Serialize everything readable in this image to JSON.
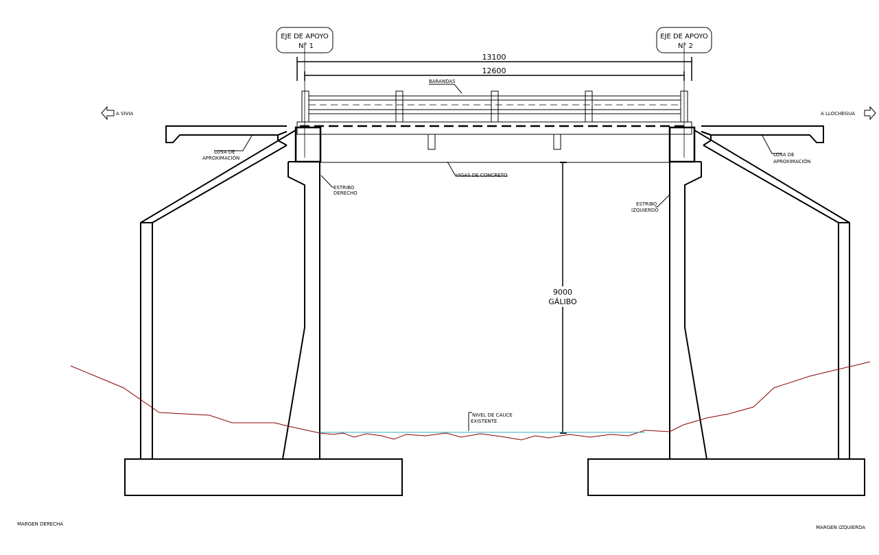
{
  "supports": [
    {
      "line1": "EJE DE APOYO",
      "line2": "N° 1"
    },
    {
      "line1": "EJE DE APOYO",
      "line2": "N° 2"
    }
  ],
  "dimensions": {
    "total": "13100",
    "deck": "12600",
    "clearance_value": "9000",
    "clearance_label": "GÁLIBO"
  },
  "labels": {
    "railings": "BARANDAS",
    "to_left": "A SIVIA",
    "to_right": "A LLOCHEGUA",
    "approach_slab_line1": "LOSA DE",
    "approach_slab_line2": "APROXIMACIÓN",
    "beams": "VIGAS DE CONCRETO",
    "right_abutment_line1": "ESTRIBO",
    "right_abutment_line2": "DERECHO",
    "left_abutment_line1": "ESTRIBO",
    "left_abutment_line2": "IZQUIERDO",
    "riverbed_line1": "NIVEL DE CAUCE",
    "riverbed_line2": "EXISTENTE",
    "right_bank": "MARGEN DERECHA",
    "left_bank": "MARGEN IZQUIERDA"
  },
  "colors": {
    "lines": "#000000",
    "terrain": "#8b0000",
    "water": "#3aa9c4"
  }
}
